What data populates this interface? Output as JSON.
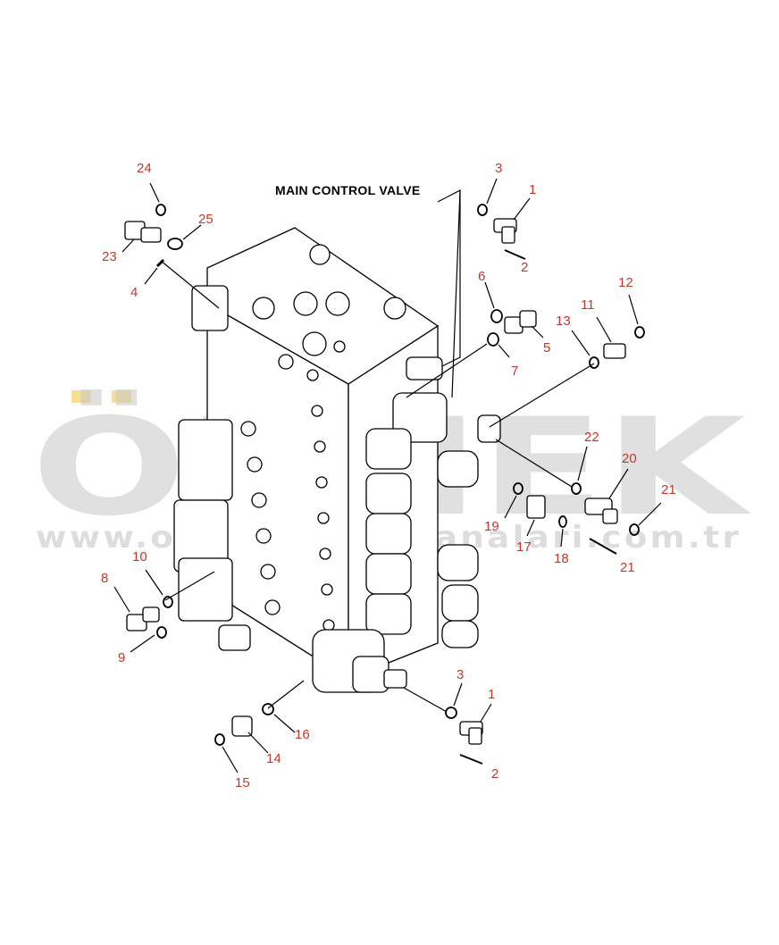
{
  "title": "MAIN CONTROL VALVE",
  "watermark": {
    "brand": "ÖRNEK",
    "url": "www.orneksismikkanalari.com.tr",
    "accent_color": "#f2c94c"
  },
  "callout_color": "#c0392b",
  "callouts": [
    "24",
    "25",
    "23",
    "4",
    "3",
    "1",
    "2",
    "6",
    "5",
    "7",
    "12",
    "11",
    "13",
    "22",
    "20",
    "21",
    "19",
    "17",
    "18",
    "21",
    "10",
    "8",
    "9",
    "3",
    "1",
    "16",
    "14",
    "15",
    "2"
  ]
}
